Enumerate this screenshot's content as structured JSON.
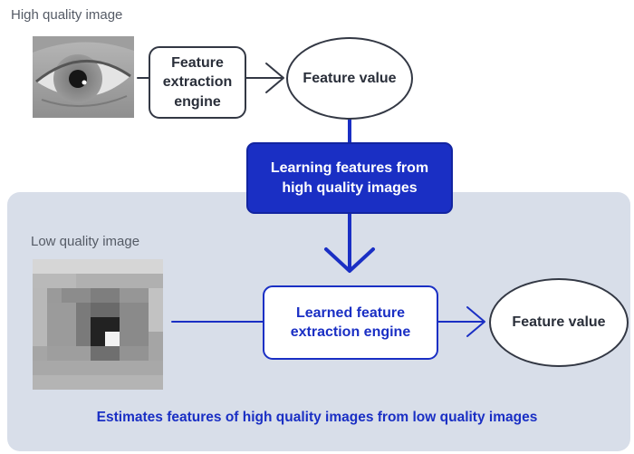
{
  "top": {
    "image_label": "High quality image",
    "engine_label": "Feature\nextraction\nengine",
    "feature_label": "Feature value"
  },
  "learning": {
    "label": "Learning features from\nhigh quality images"
  },
  "bottom": {
    "image_label": "Low quality image",
    "engine_label": "Learned feature\nextraction engine",
    "feature_label": "Feature value",
    "caption": "Estimates features of high quality images from low quality images"
  },
  "colors": {
    "accent_blue": "#1a2fc4",
    "panel_bg": "#d8dee9",
    "outline_dark": "#333844"
  }
}
